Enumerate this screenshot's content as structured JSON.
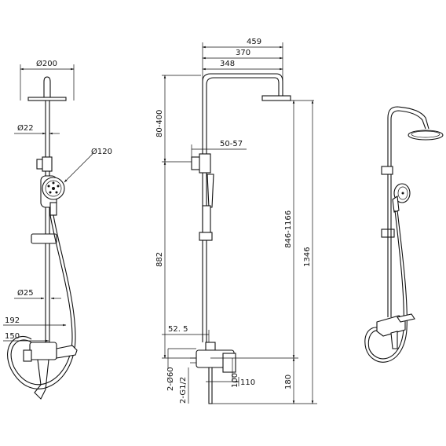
{
  "dimensions": {
    "head_diameter": "Ø200",
    "riser_diameter": "Ø22",
    "handshower_diameter": "Ø120",
    "lower_diameter": "Ø25",
    "spout_192": "192",
    "spout_150": "150",
    "width_459": "459",
    "width_370": "370",
    "width_348": "348",
    "height_80_400": "80-400",
    "offset_50_57": "50-57",
    "height_882": "882",
    "height_846_1166": "846-1166",
    "height_1346": "1346",
    "offset_52_5": "52. 5",
    "inlet_2_60": "2-Ø60",
    "thread_2_g12": "2-G1/2",
    "depth_100": "100",
    "depth_110": "110",
    "height_180": "180"
  }
}
